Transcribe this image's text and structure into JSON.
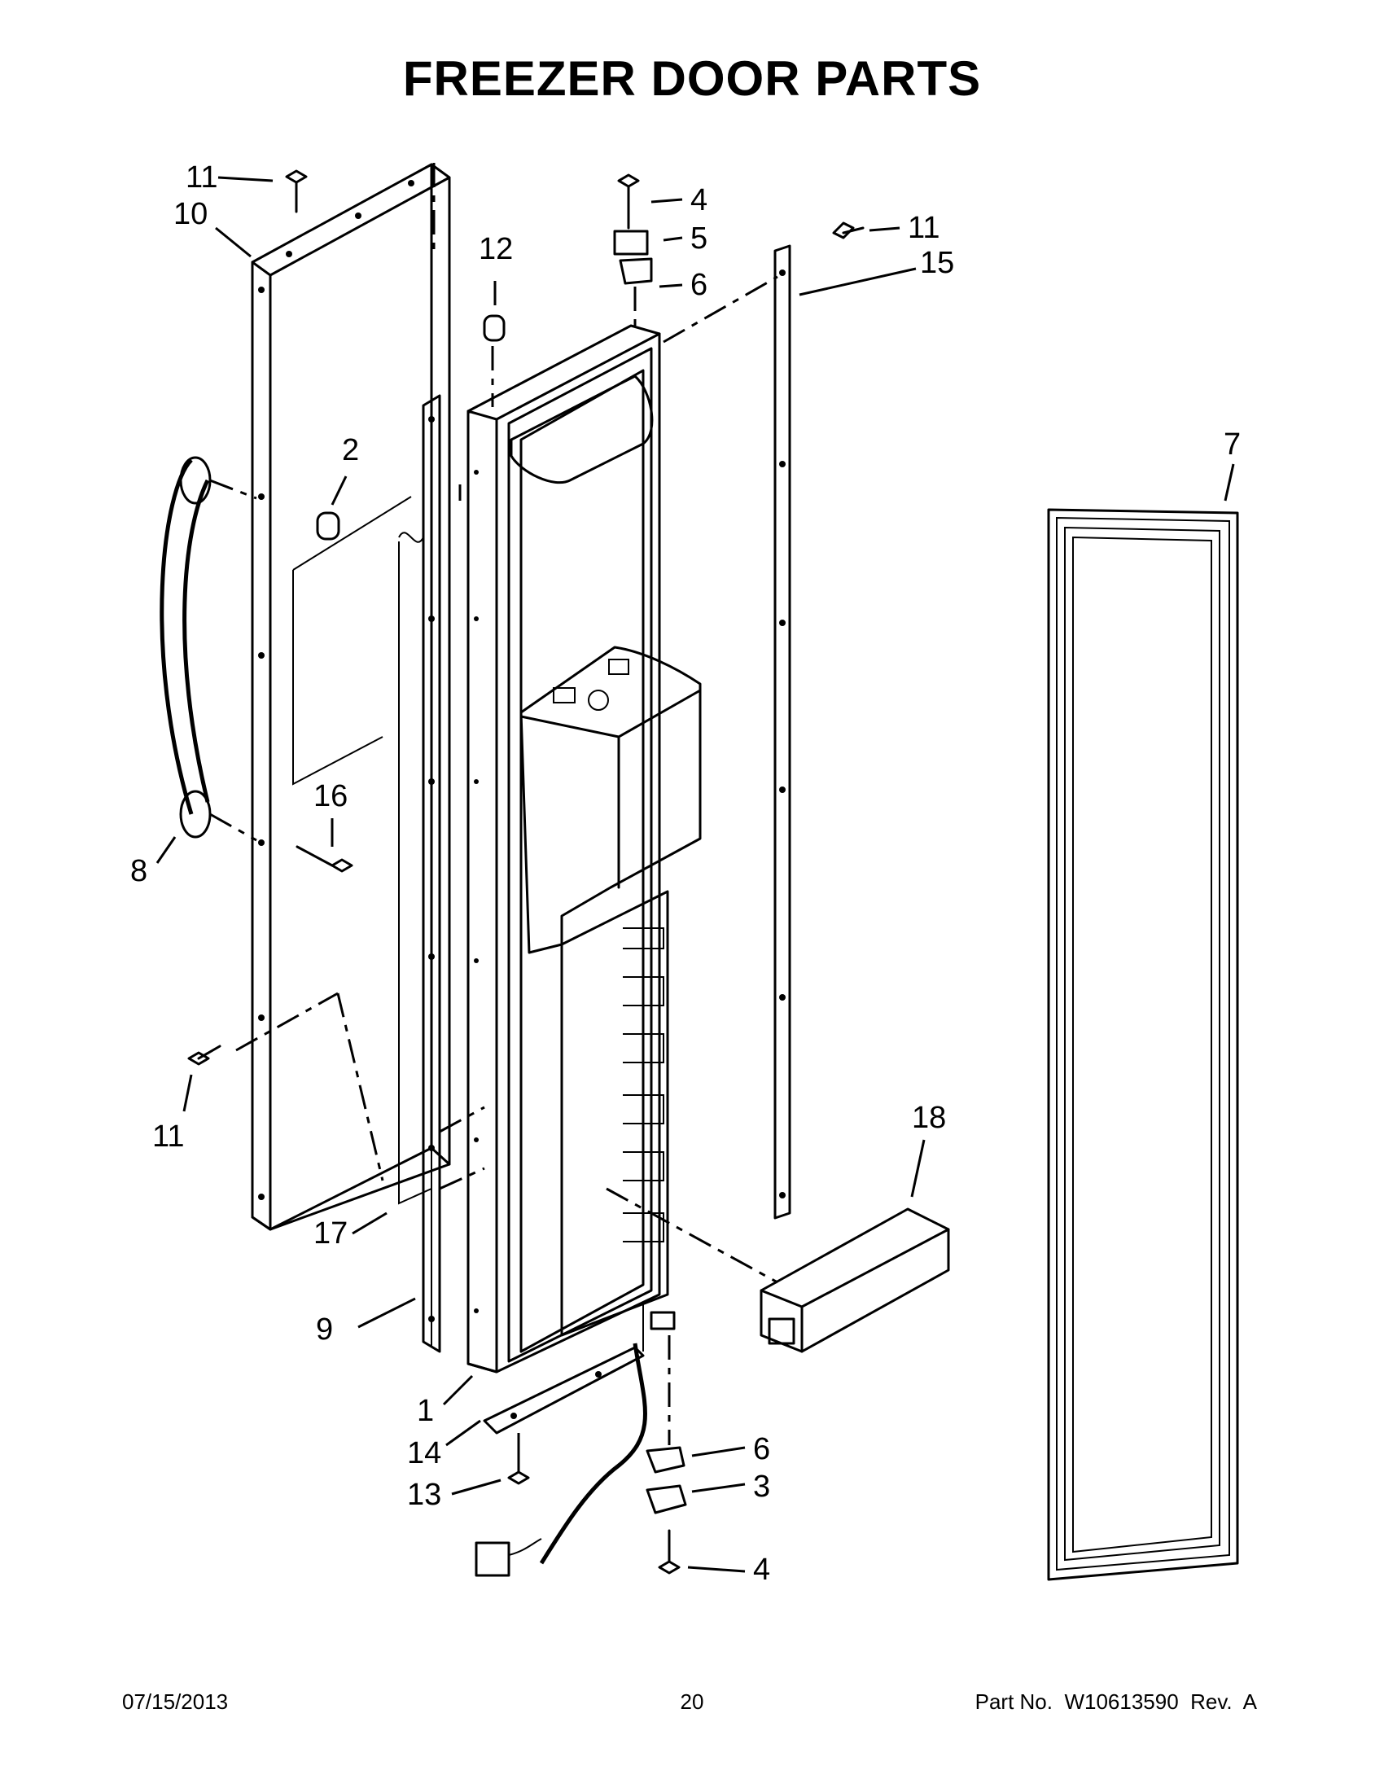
{
  "title": "FREEZER DOOR PARTS",
  "callouts": {
    "c1": "1",
    "c2": "2",
    "c3": "3",
    "c4a": "4",
    "c4b": "4",
    "c5": "5",
    "c6a": "6",
    "c6b": "6",
    "c7": "7",
    "c8": "8",
    "c9": "9",
    "c10": "10",
    "c11a": "11",
    "c11b": "11",
    "c11c": "11",
    "c12": "12",
    "c13": "13",
    "c14": "14",
    "c15": "15",
    "c16": "16",
    "c17": "17",
    "c18": "18"
  },
  "footer": {
    "date": "07/15/2013",
    "page": "20",
    "part_no": "Part No.  W10613590  Rev.  A"
  }
}
